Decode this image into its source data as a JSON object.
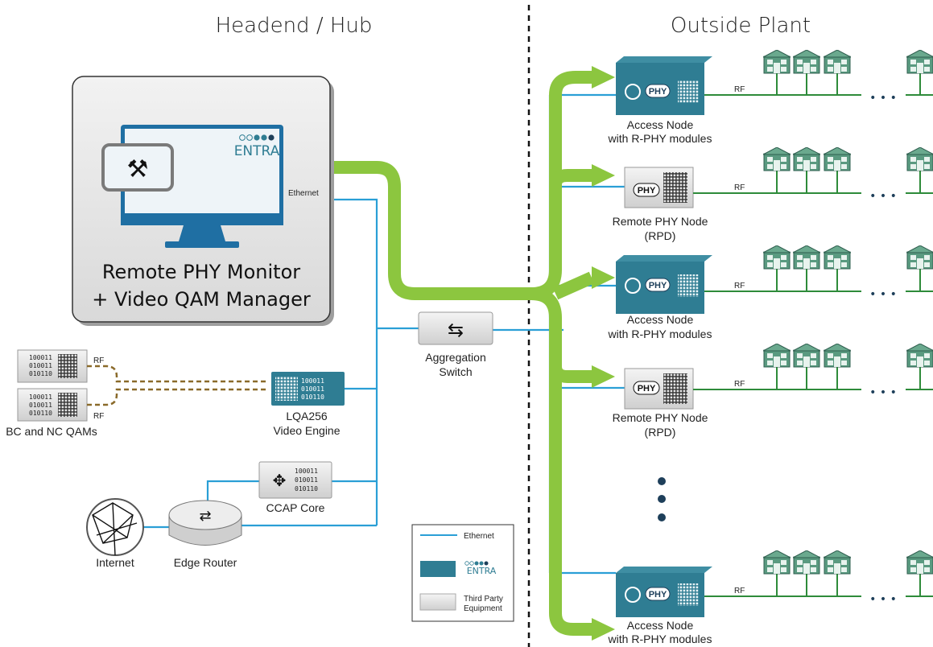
{
  "headings": {
    "left": "Headend / Hub",
    "right": "Outside Plant"
  },
  "monitor": {
    "title_line1": "Remote PHY Monitor",
    "title_line2": "+ Video QAM Manager",
    "brand": "ENTRA",
    "link_label": "Ethernet"
  },
  "aggregation_switch": {
    "line1": "Aggregation",
    "line2": "Switch"
  },
  "qam_devices": {
    "caption": "BC and NC QAMs",
    "rf_label": "RF",
    "bits": [
      "100011",
      "010011",
      "010110"
    ]
  },
  "video_engine": {
    "line1": "LQA256",
    "line2": "Video Engine",
    "bits": [
      "100011",
      "010011",
      "010110"
    ]
  },
  "ccap_core": {
    "label": "CCAP Core",
    "bits": [
      "100011",
      "010011",
      "010110"
    ]
  },
  "internet": {
    "label": "Internet"
  },
  "edge_router": {
    "label": "Edge Router"
  },
  "nodes": [
    {
      "type": "access",
      "line1": "Access Node",
      "line2": "with R-PHY modules",
      "badge": "PHY",
      "rf": "RF",
      "ellipsis": "• • •"
    },
    {
      "type": "rpd",
      "line1": "Remote PHY Node",
      "line2": "(RPD)",
      "badge": "PHY",
      "rf": "RF",
      "ellipsis": "• • •"
    },
    {
      "type": "access",
      "line1": "Access Node",
      "line2": "with R-PHY modules",
      "badge": "PHY",
      "rf": "RF",
      "ellipsis": "• • •"
    },
    {
      "type": "rpd",
      "line1": "Remote PHY Node",
      "line2": "(RPD)",
      "badge": "PHY",
      "rf": "RF",
      "ellipsis": "• • •"
    },
    {
      "type": "access",
      "line1": "Access Node",
      "line2": "with R-PHY modules",
      "badge": "PHY",
      "rf": "RF",
      "ellipsis": "• • •"
    }
  ],
  "legend": {
    "ethernet": "Ethernet",
    "entra_brand": "ENTRA",
    "third_party_line1": "Third Party",
    "third_party_line2": "Equipment"
  },
  "colors": {
    "ethernet": "#2a9fd6",
    "green_bus": "#8cc63f",
    "entra_teal": "#2f7d93",
    "tree_green": "#2e8b3a",
    "building": "#5a9a80",
    "rf_dashed": "#8a6a2a"
  }
}
